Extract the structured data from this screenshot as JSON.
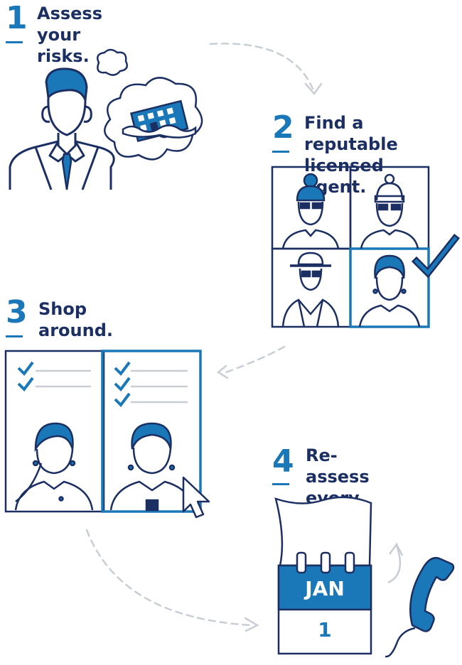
{
  "steps": [
    {
      "number": "1",
      "title": "Assess your\nrisks."
    },
    {
      "number": "2",
      "title": "Find a reputable\nlicensed agent."
    },
    {
      "number": "3",
      "title": "Shop around."
    },
    {
      "number": "4",
      "title": "Re-assess\nevery year."
    }
  ],
  "calendar": {
    "month": "JAN",
    "day": "1"
  },
  "colors": {
    "navy": "#1c2f63",
    "blue": "#1a78b8",
    "gray": "#c9cdd4"
  },
  "icons": [
    "person-icon",
    "flood-house-icon",
    "agent-icon",
    "checkmark-icon",
    "cursor-icon",
    "calendar-icon",
    "phone-icon"
  ]
}
